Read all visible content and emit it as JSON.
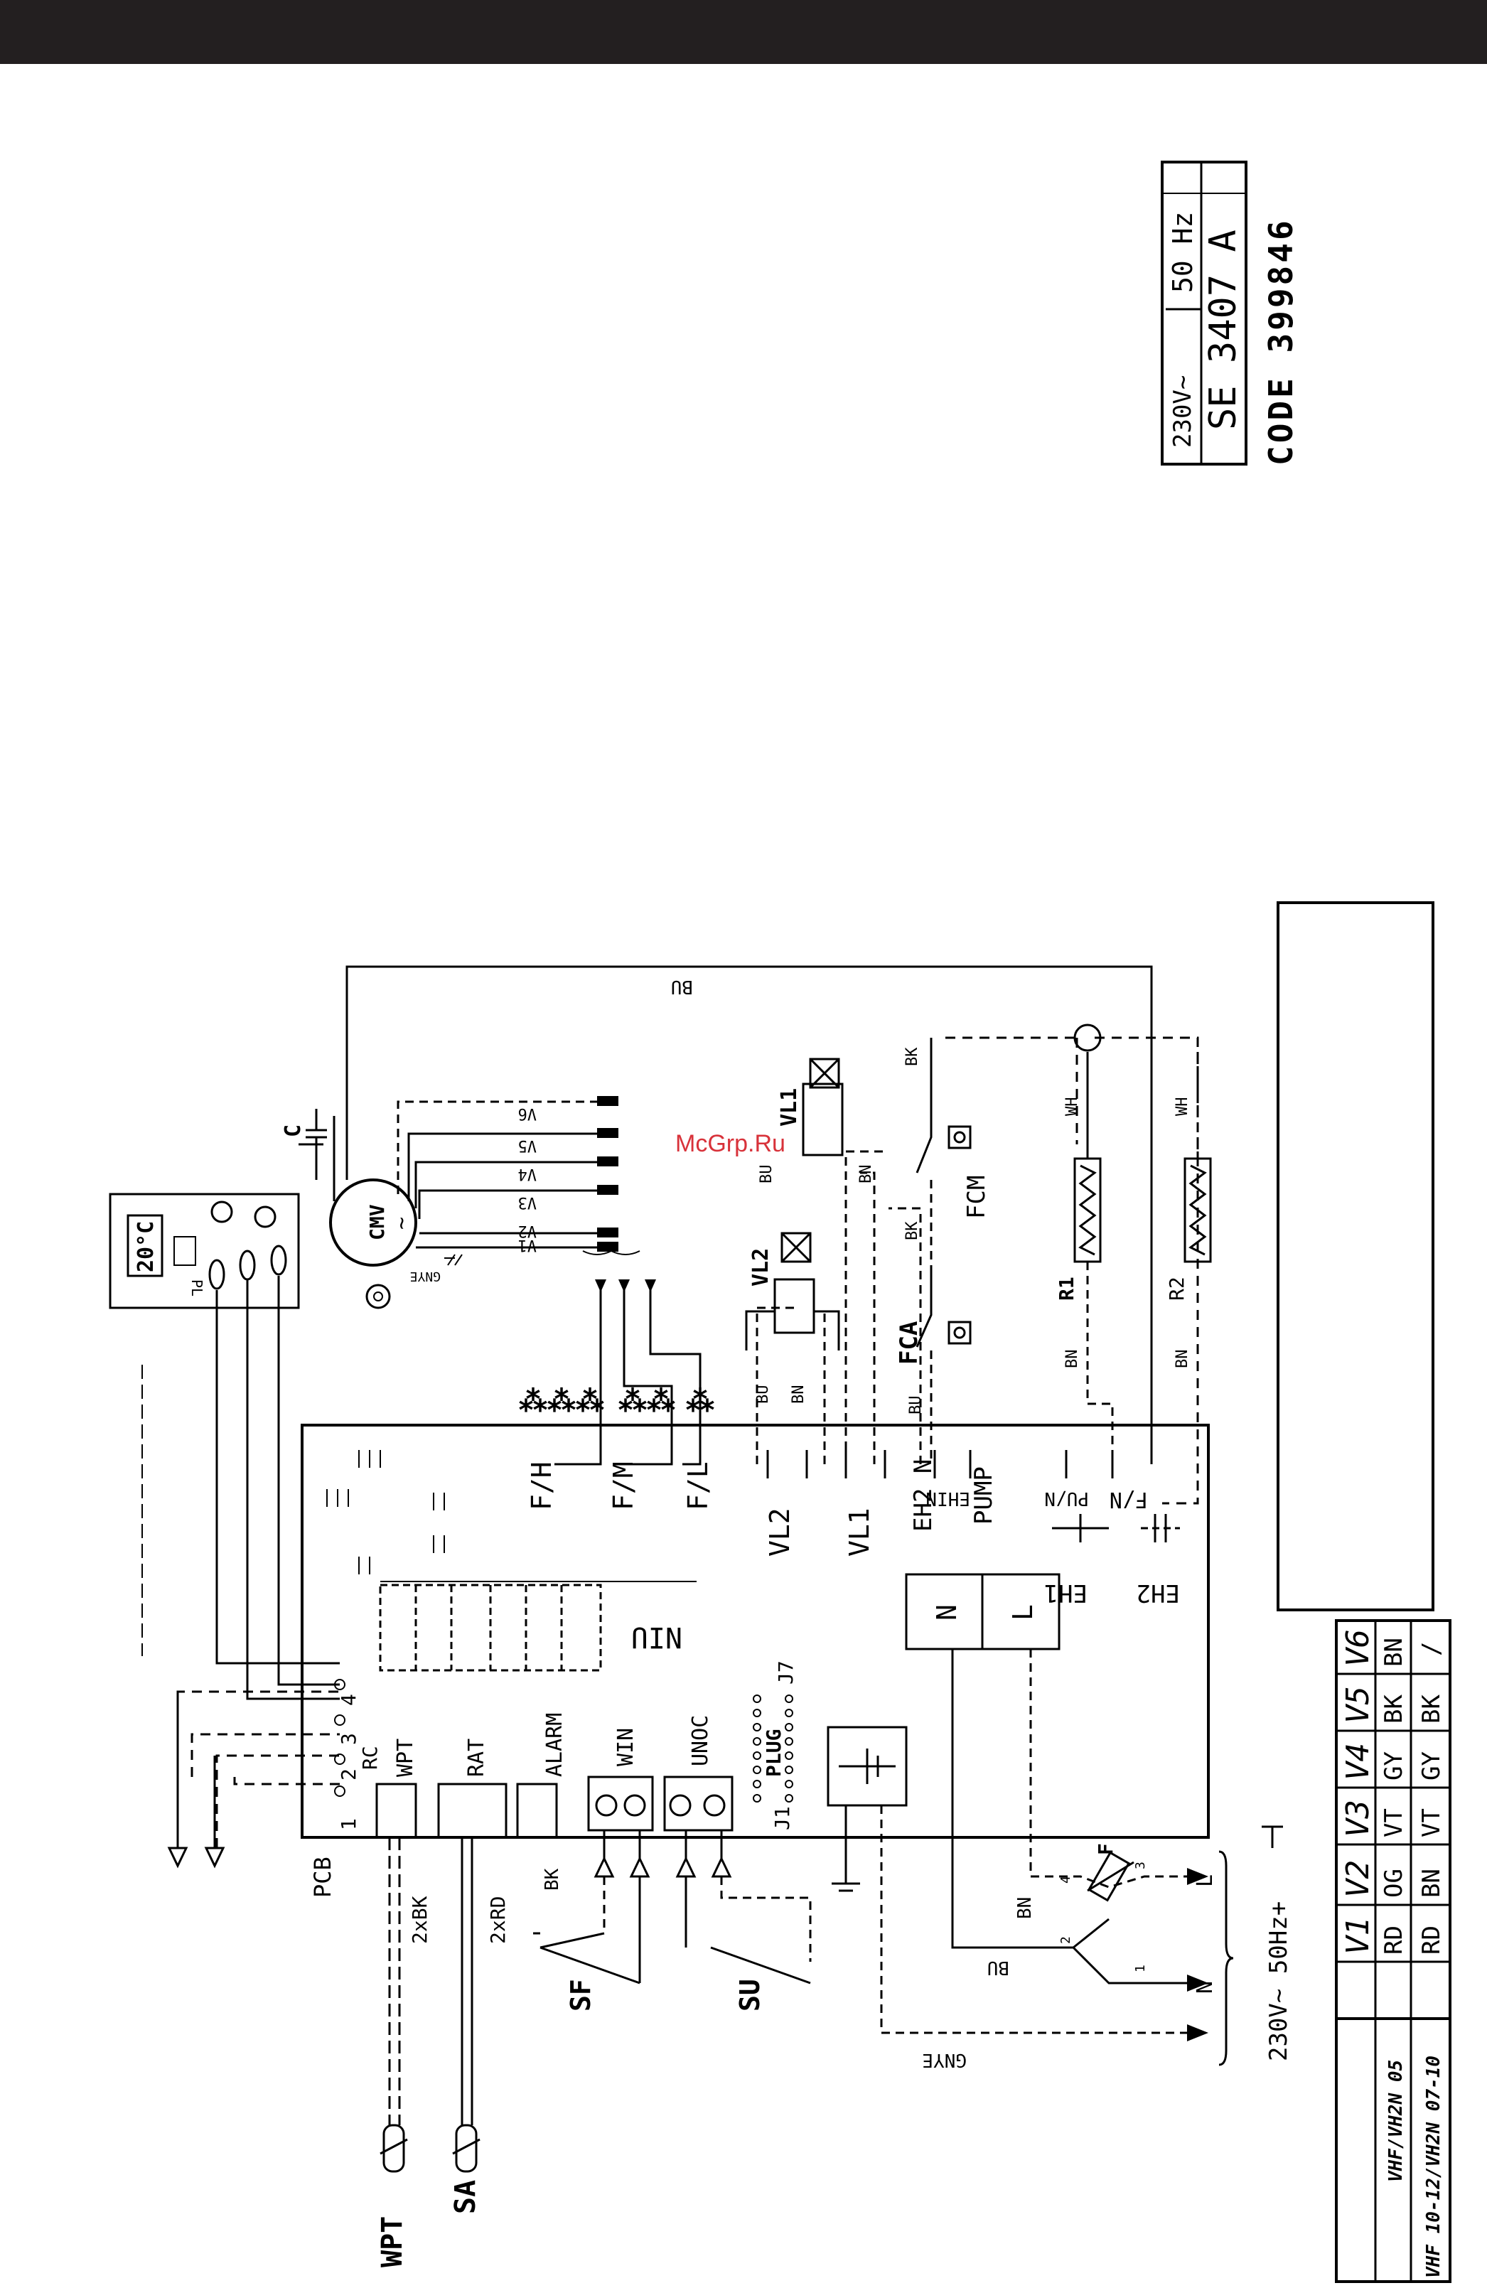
{
  "header_bar_color": "#231f20",
  "spec_box": {
    "voltage": "230V~",
    "frequency": "50 Hz",
    "drawing_no": "SE 3407 A",
    "code": "CODE 399846"
  },
  "watermark": "McGrp.Ru",
  "diagram": {
    "pcb_label": "PCB",
    "rc_label": "RC",
    "rc_pins": [
      "1",
      "2",
      "3",
      "4"
    ],
    "pl_label": "PL",
    "display_text": "20°C",
    "motor_label": "CMV",
    "motor_symbol": "~",
    "capacitor_label": "C",
    "motor_taps": [
      "V1",
      "V2",
      "V3",
      "V4",
      "V5",
      "V6"
    ],
    "gnye": "GNYE",
    "bu": "BU",
    "bn": "BN",
    "bk": "BK",
    "wh": "WH",
    "speed_terminals": [
      "F/H",
      "F/M",
      "F/L"
    ],
    "valve_terminals": [
      "VL2",
      "VL1"
    ],
    "power_terminals": [
      "EH2 N",
      "PUMP",
      "EHIN",
      "PU/N",
      "F/N"
    ],
    "eh1": "EH1",
    "eh2": "EH2",
    "niu": "NIU",
    "valves": [
      "VL1",
      "VL2"
    ],
    "fcm": "FCM",
    "fca": "FCA",
    "r1": "R1",
    "r2": "R2",
    "connectors": [
      "WPT",
      "RAT",
      "ALARM",
      "WIN",
      "UNOC"
    ],
    "plug": "PLUG",
    "j1": "J1",
    "j7": "J7",
    "n": "N",
    "l": "L",
    "x2bk": "2xBK",
    "x2rd": "2xRD",
    "sf": "SF",
    "su": "SU",
    "wpt": "WPT",
    "sa": "SA",
    "f": "F",
    "supply": "230V~ 50Hz+",
    "fuse_pins": [
      "1",
      "2",
      "3",
      "4"
    ]
  },
  "color_table": {
    "headers": [
      "V1",
      "V2",
      "V3",
      "V4",
      "V5",
      "V6"
    ],
    "rows": [
      {
        "model": "VHF/VH2N 05",
        "values": [
          "RD",
          "OG",
          "VT",
          "GY",
          "BK",
          "BN"
        ]
      },
      {
        "model": "VHF 10-12/VH2N 07-10",
        "values": [
          "RD",
          "BN",
          "VT",
          "GY",
          "BK",
          "/"
        ]
      }
    ]
  }
}
